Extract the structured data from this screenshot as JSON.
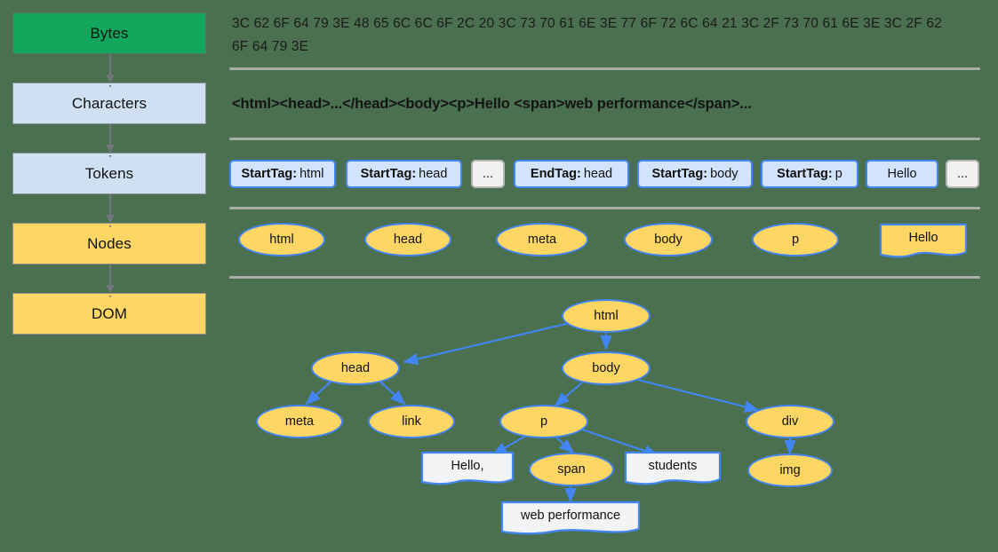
{
  "background_color": "#4a7050",
  "palette": {
    "green": "#12a75d",
    "light_blue": "#cfe0f2",
    "yellow": "#fdd663",
    "node_border_blue": "#4285f4",
    "token_fill": "#d2e3fc",
    "text_node_fill": "#f1f3f4",
    "separator_gray": "#a8ada9",
    "arrow_gray": "#70767a"
  },
  "pipeline": {
    "stages": [
      {
        "label": "Bytes",
        "style": "green"
      },
      {
        "label": "Characters",
        "style": "blue"
      },
      {
        "label": "Tokens",
        "style": "blue"
      },
      {
        "label": "Nodes",
        "style": "yellow"
      },
      {
        "label": "DOM",
        "style": "yellow"
      }
    ]
  },
  "bytes_row": {
    "text": "3C 62 6F 64 79 3E 48 65 6C 6C 6F 2C 20 3C 73 70 61 6E 3E 77 6F 72 6C 64 21 3C 2F 73 70 61 6E 3E 3C 2F 62 6F 64 79 3E"
  },
  "characters_row": {
    "text": "<html><head>...</head><body><p>Hello <span>web performance</span>..."
  },
  "tokens_row": {
    "tokens": [
      {
        "kind": "StartTag:",
        "value": "html",
        "style": "chip"
      },
      {
        "kind": "StartTag:",
        "value": "head",
        "style": "chip"
      },
      {
        "kind": "",
        "value": "...",
        "style": "plain"
      },
      {
        "kind": "EndTag:",
        "value": "head",
        "style": "chip"
      },
      {
        "kind": "StartTag:",
        "value": "body",
        "style": "chip"
      },
      {
        "kind": "StartTag:",
        "value": "p",
        "style": "chip"
      },
      {
        "kind": "",
        "value": "Hello",
        "style": "chip"
      },
      {
        "kind": "",
        "value": "...",
        "style": "plain"
      }
    ]
  },
  "nodes_row": {
    "nodes": [
      {
        "label": "html",
        "shape": "ellipse"
      },
      {
        "label": "head",
        "shape": "ellipse"
      },
      {
        "label": "meta",
        "shape": "ellipse"
      },
      {
        "label": "body",
        "shape": "ellipse"
      },
      {
        "label": "p",
        "shape": "ellipse"
      },
      {
        "label": "Hello",
        "shape": "document"
      }
    ]
  },
  "dom_tree": {
    "nodes": [
      {
        "id": "html",
        "label": "html",
        "shape": "ellipse"
      },
      {
        "id": "head",
        "label": "head",
        "shape": "ellipse"
      },
      {
        "id": "body",
        "label": "body",
        "shape": "ellipse"
      },
      {
        "id": "meta",
        "label": "meta",
        "shape": "ellipse"
      },
      {
        "id": "link",
        "label": "link",
        "shape": "ellipse"
      },
      {
        "id": "p",
        "label": "p",
        "shape": "ellipse"
      },
      {
        "id": "div",
        "label": "div",
        "shape": "ellipse"
      },
      {
        "id": "hello",
        "label": "Hello,",
        "shape": "document"
      },
      {
        "id": "span",
        "label": "span",
        "shape": "ellipse"
      },
      {
        "id": "students",
        "label": "students",
        "shape": "document"
      },
      {
        "id": "img",
        "label": "img",
        "shape": "ellipse"
      },
      {
        "id": "webperf",
        "label": "web performance",
        "shape": "document"
      }
    ],
    "edges": [
      {
        "from": "html",
        "to": "head"
      },
      {
        "from": "html",
        "to": "body"
      },
      {
        "from": "head",
        "to": "meta"
      },
      {
        "from": "head",
        "to": "link"
      },
      {
        "from": "body",
        "to": "p"
      },
      {
        "from": "body",
        "to": "div"
      },
      {
        "from": "p",
        "to": "hello"
      },
      {
        "from": "p",
        "to": "span"
      },
      {
        "from": "p",
        "to": "students"
      },
      {
        "from": "div",
        "to": "img"
      },
      {
        "from": "span",
        "to": "webperf"
      }
    ]
  }
}
